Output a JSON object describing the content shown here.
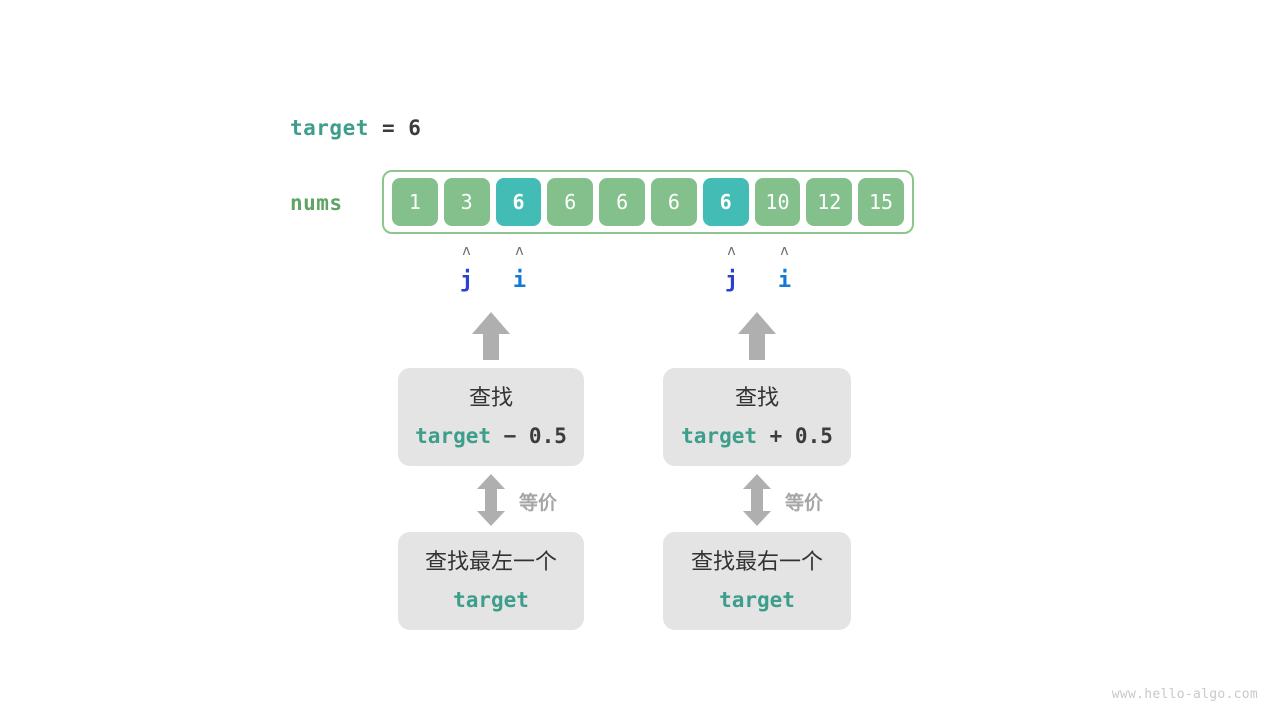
{
  "figure": {
    "watermark": "www.hello-algo.com"
  },
  "target_line": {
    "name": "target",
    "equals": " = ",
    "value": "6"
  },
  "array": {
    "label": "nums",
    "cells": [
      {
        "value": "1",
        "highlighted": false
      },
      {
        "value": "3",
        "highlighted": false
      },
      {
        "value": "6",
        "highlighted": true
      },
      {
        "value": "6",
        "highlighted": false
      },
      {
        "value": "6",
        "highlighted": false
      },
      {
        "value": "6",
        "highlighted": false
      },
      {
        "value": "6",
        "highlighted": true
      },
      {
        "value": "10",
        "highlighted": false
      },
      {
        "value": "12",
        "highlighted": false
      },
      {
        "value": "15",
        "highlighted": false
      }
    ]
  },
  "pointers": [
    {
      "label": "j",
      "caret": "ʌ",
      "index": 1,
      "group": "left"
    },
    {
      "label": "i",
      "caret": "ʌ",
      "index": 2,
      "group": "left"
    },
    {
      "label": "j",
      "caret": "ʌ",
      "index": 6,
      "group": "right"
    },
    {
      "label": "i",
      "caret": "ʌ",
      "index": 7,
      "group": "right"
    }
  ],
  "branches": [
    {
      "id": "left",
      "top_box": {
        "line1": "查找",
        "code_name": "target",
        "code_op": " − 0.5"
      },
      "equiv_label": "等价",
      "bottom_box": {
        "line1": "查找最左一个",
        "code_name": "target"
      }
    },
    {
      "id": "right",
      "top_box": {
        "line1": "查找",
        "code_name": "target",
        "code_op": " + 0.5"
      },
      "equiv_label": "等价",
      "bottom_box": {
        "line1": "查找最右一个",
        "code_name": "target"
      }
    }
  ],
  "colors": {
    "teal": "#3E9E8C",
    "cell_green": "#83C08B",
    "cell_highlight": "#42BCB4",
    "frame_green": "#8CC68E",
    "label_green": "#5FA463",
    "pointer_j": "#2B3FD0",
    "pointer_i": "#1479D6",
    "gray_arrow": "#AFAFAF",
    "box_bg": "#E4E4E4",
    "dark_text": "#3C3C3C"
  }
}
